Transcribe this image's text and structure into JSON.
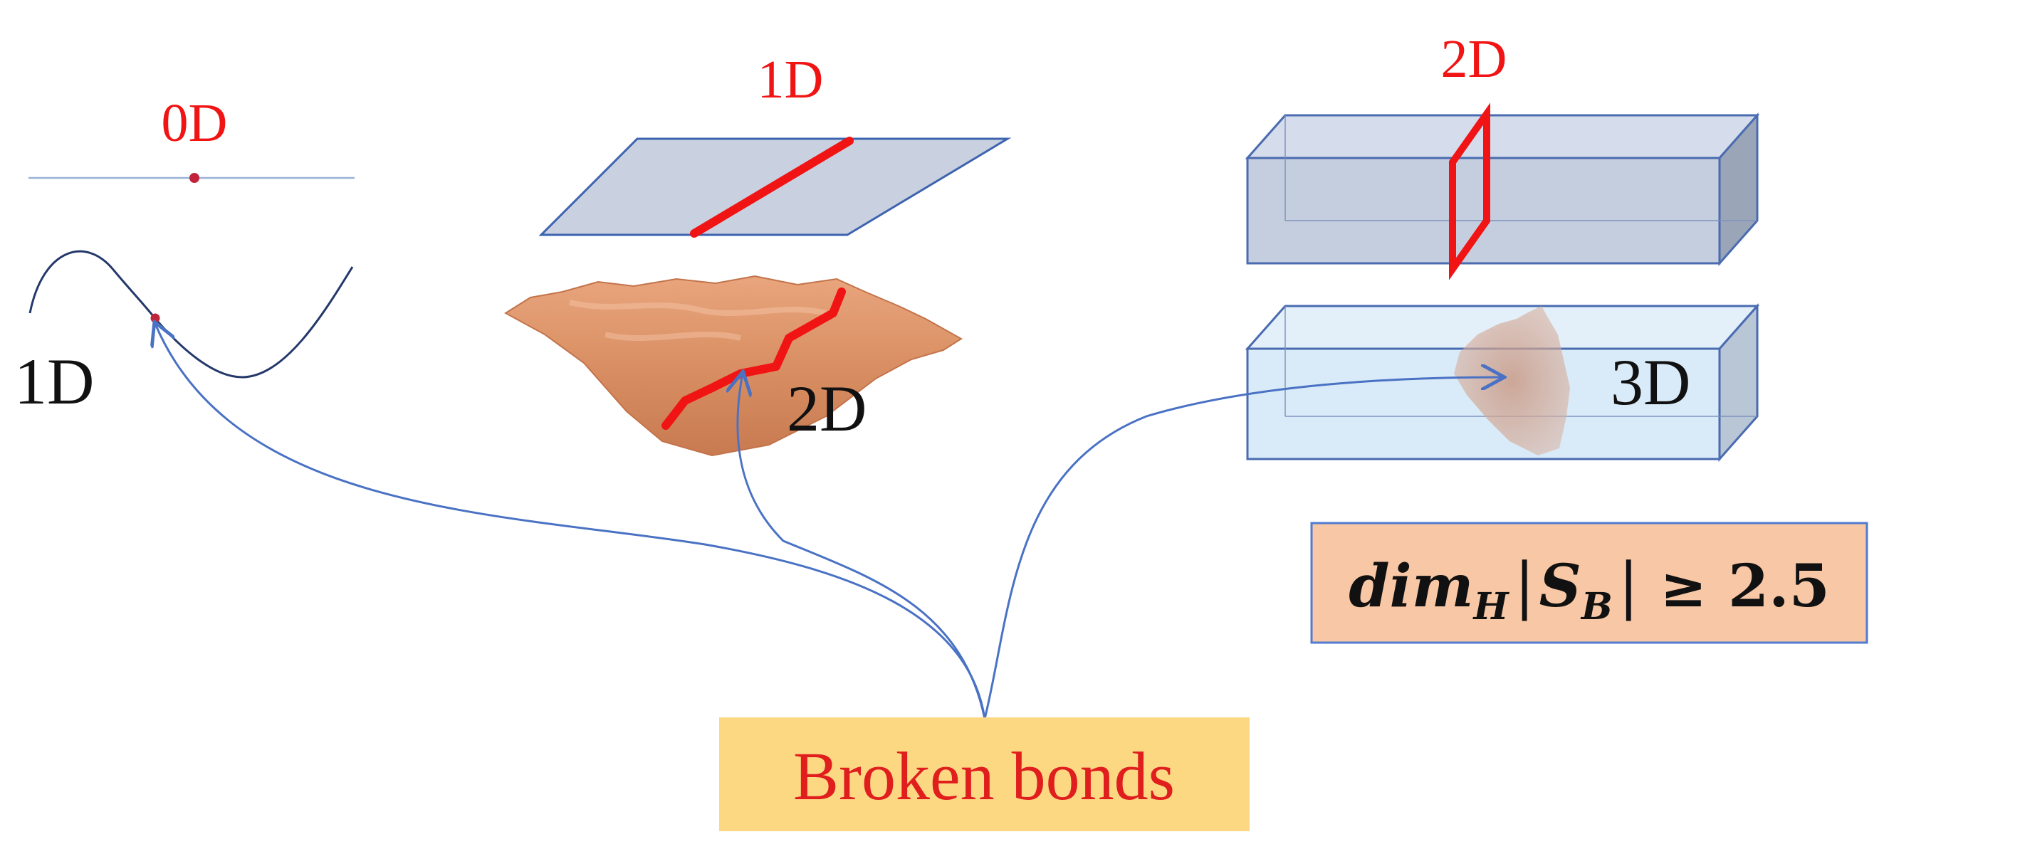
{
  "labels": {
    "point_dim": "0D",
    "line_dim": "1D",
    "plane_line_dim": "1D",
    "plane_dim": "2D",
    "box_plane_dim": "2D",
    "box_dim": "3D"
  },
  "caption": "Broken bonds",
  "formula": {
    "base": "dim",
    "sub_h": "H",
    "bar_left": "|",
    "var": "S",
    "sub_b": "B",
    "bar_right": "|",
    "relation": "≥",
    "value": "2.5"
  },
  "colors": {
    "highlight": "#f01414",
    "arrow": "#4a72c4",
    "caption_fill": "#fcd883",
    "formula_fill": "#f8c7a5",
    "formula_border": "#4f7bd0",
    "plane_fill": "#c9d1e0",
    "box_fill": "#c5cede",
    "glass_fill": "#d9ebf8",
    "surface": "#d98f63"
  }
}
